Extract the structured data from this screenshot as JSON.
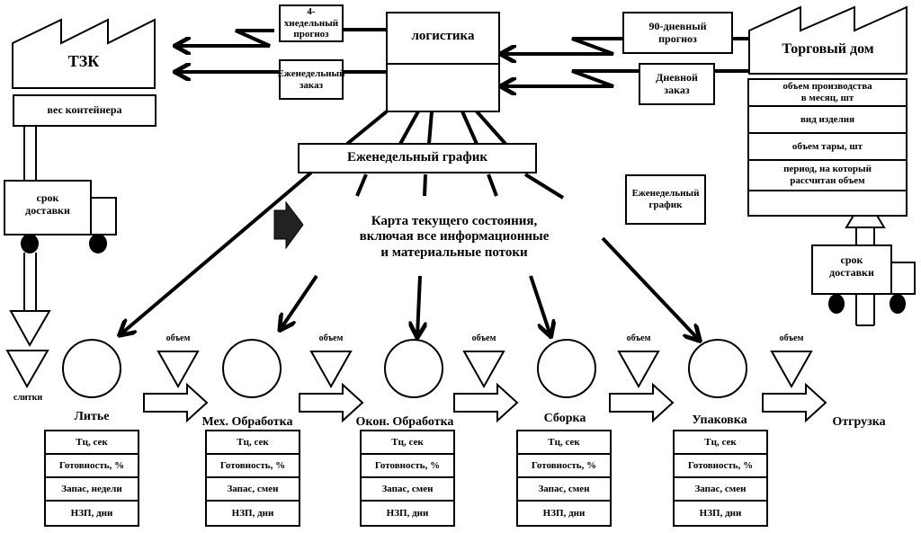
{
  "title_text": [
    "Карта текущего состояния,",
    "включая все информационные",
    "и материальные потоки"
  ],
  "supplier": {
    "name": "ТЗК",
    "info_box": "вес контейнера",
    "truck_label": [
      "срок",
      "доставки"
    ]
  },
  "customer": {
    "name": "Торговый дом",
    "info_rows": [
      [
        "объем производства",
        "в месяц, шт"
      ],
      [
        "вид изделия"
      ],
      [
        "объем тары, шт"
      ],
      [
        "период, на который",
        "рассчитан объем"
      ],
      [
        ""
      ]
    ],
    "truck_label": [
      "срок",
      "доставки"
    ]
  },
  "logistics": {
    "name": "логистика"
  },
  "info_flows": {
    "forecast_4week": [
      "4-хнедельный",
      "прогноз"
    ],
    "weekly_order": [
      "Еженедельный",
      "заказ"
    ],
    "forecast_90day": [
      "90-дневный",
      "прогноз"
    ],
    "daily_order": [
      "Дневной",
      "заказ"
    ]
  },
  "weekly_schedule": "Еженедельный график",
  "weekly_schedule_legend": [
    "Еженедельный",
    "график"
  ],
  "raw_inventory_label": "слитки",
  "inventory_label": "объем",
  "shipping_label": "Отгрузка",
  "processes": [
    {
      "name": "Литье",
      "metrics": [
        "Тц, сек",
        "Готовность, %",
        "Запас, недели",
        "НЗП, дни"
      ]
    },
    {
      "name": "Мех. Обработка",
      "metrics": [
        "Тц, сек",
        "Готовность, %",
        "Запас, смен",
        "НЗП, дни"
      ]
    },
    {
      "name": "Окон. Обработка",
      "metrics": [
        "Тц, сек",
        "Готовность, %",
        "Запас, смен",
        "НЗП, дни"
      ]
    },
    {
      "name": "Сборка",
      "metrics": [
        "Тц, сек",
        "Готовность, %",
        "Запас, смен",
        "НЗП, дни"
      ]
    },
    {
      "name": "Упаковка",
      "metrics": [
        "Тц, сек",
        "Готовность, %",
        "Запас, смен",
        "НЗП, дни"
      ]
    }
  ],
  "colors": {
    "stroke": "#000000",
    "background": "#ffffff",
    "push_arrow_fill": "#222222"
  }
}
